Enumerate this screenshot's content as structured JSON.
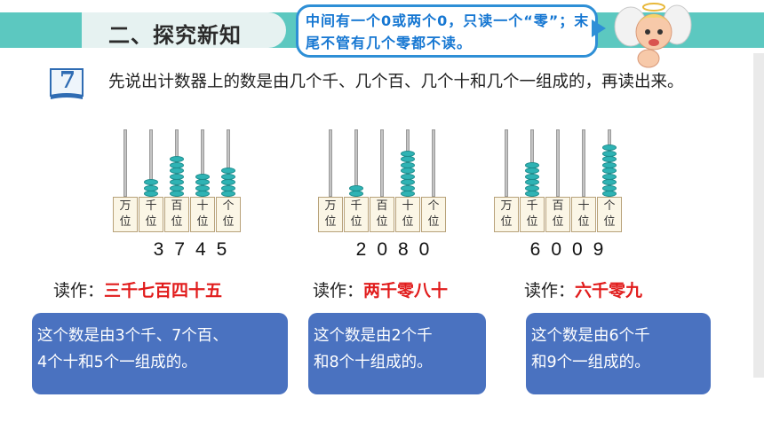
{
  "header": {
    "section_title": "二、探究新知",
    "tip_text": "中间有一个0或两个0，只读一个“零”；末尾不管有几个零都不读。",
    "cherub_icon": "cherub-icon"
  },
  "question": {
    "number": "7",
    "text": "先说出计数器上的数是由几个千、几个百、几个十和几个一组成的，再读出来。"
  },
  "place_labels": [
    "万\n位",
    "千\n位",
    "百\n位",
    "十\n位",
    "个\n位"
  ],
  "abaci": [
    {
      "beads": [
        0,
        3,
        7,
        4,
        5
      ],
      "number": "3745",
      "read_prefix": "读作：",
      "read_value": "三千七百四十五",
      "composition_lines": [
        "这个数是由3个千、7个百、",
        "4个十和5个一组成的。"
      ]
    },
    {
      "beads": [
        0,
        2,
        0,
        8,
        0
      ],
      "number": "2080",
      "read_prefix": "读作：",
      "read_value": "两千零八十",
      "composition_lines": [
        "这个数是由2个千",
        "和8个十组成的。"
      ]
    },
    {
      "beads": [
        0,
        6,
        0,
        0,
        9
      ],
      "number": "6009",
      "read_prefix": "读作：",
      "read_value": "六千零九",
      "composition_lines": [
        "这个数是由6个千",
        "和9个一组成的。"
      ]
    }
  ],
  "colors": {
    "teal": "#5cc8c0",
    "bead": "#2fb3b4",
    "answer_red": "#e11c1c",
    "box_blue": "#4a72c0",
    "tip_blue": "#1677d2"
  }
}
